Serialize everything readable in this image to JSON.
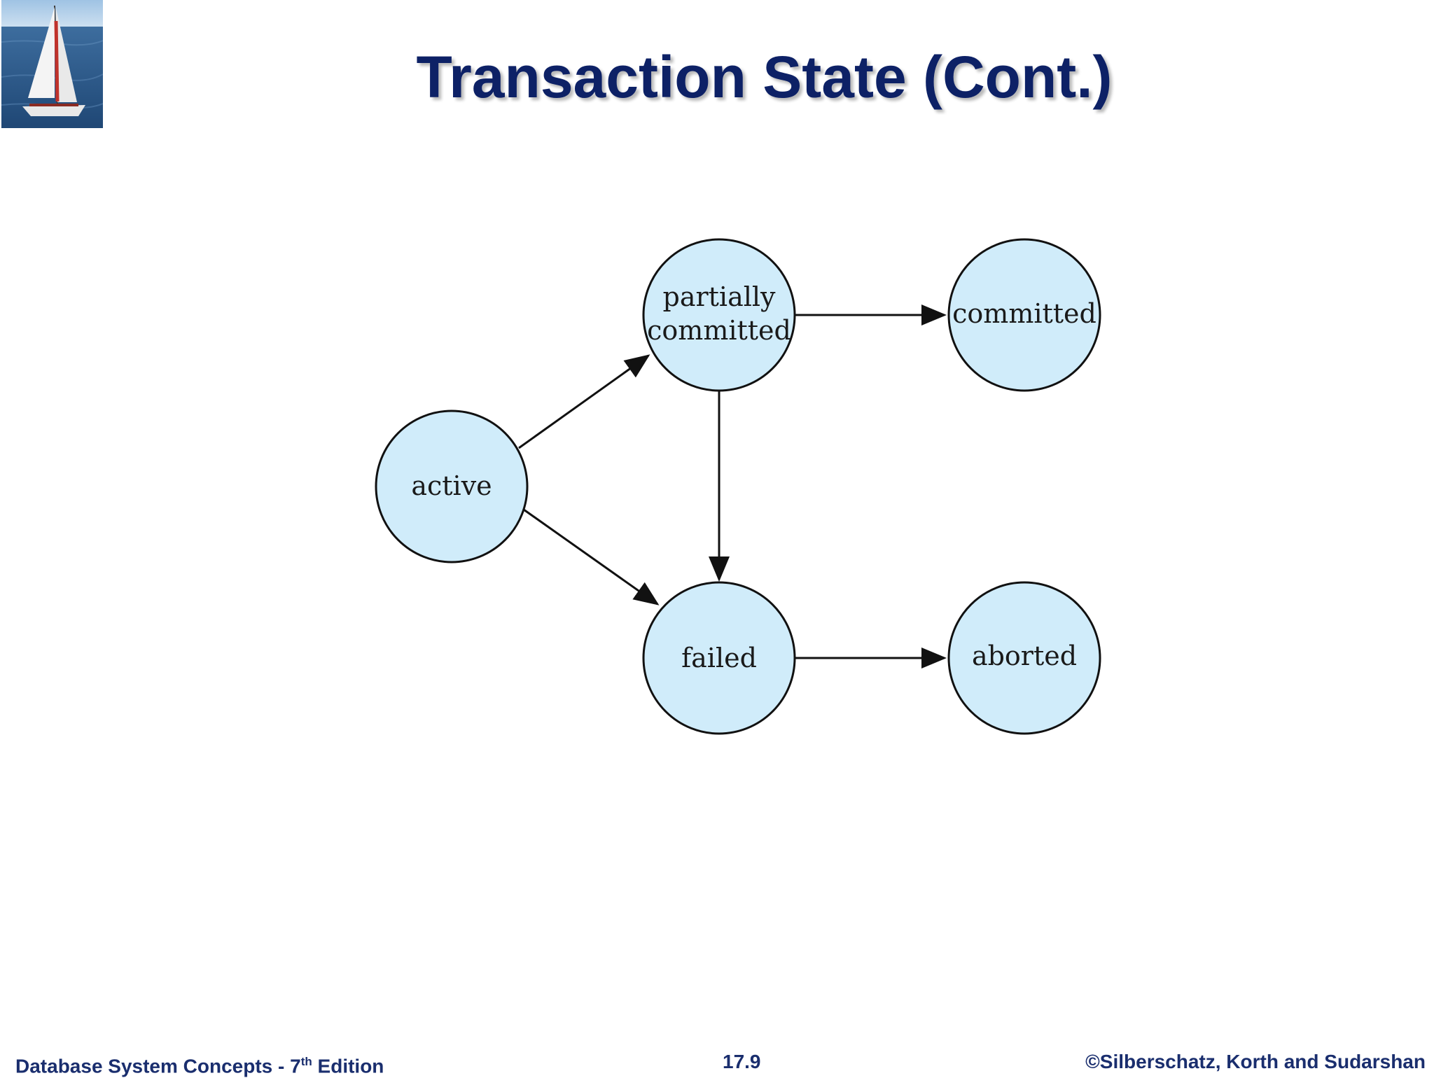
{
  "slide": {
    "title": "Transaction State (Cont.)"
  },
  "diagram": {
    "nodes": [
      {
        "id": "active",
        "label_lines": [
          "active"
        ]
      },
      {
        "id": "partially-committed",
        "label_lines": [
          "partially",
          "committed"
        ]
      },
      {
        "id": "committed",
        "label_lines": [
          "committed"
        ]
      },
      {
        "id": "failed",
        "label_lines": [
          "failed"
        ]
      },
      {
        "id": "aborted",
        "label_lines": [
          "aborted"
        ]
      }
    ],
    "edges": [
      {
        "from": "active",
        "to": "partially-committed"
      },
      {
        "from": "active",
        "to": "failed"
      },
      {
        "from": "partially-committed",
        "to": "committed"
      },
      {
        "from": "partially-committed",
        "to": "failed"
      },
      {
        "from": "failed",
        "to": "aborted"
      }
    ],
    "colors": {
      "node_fill": "#d0ecfa",
      "stroke": "#111111"
    }
  },
  "footer": {
    "left_main": "Database System Concepts - 7",
    "left_sup": "th",
    "left_end": " Edition",
    "center": "17.9",
    "right": "©Silberschatz, Korth and Sudarshan"
  },
  "colors": {
    "title": "#0d2166",
    "footer": "#1a2e6e"
  }
}
